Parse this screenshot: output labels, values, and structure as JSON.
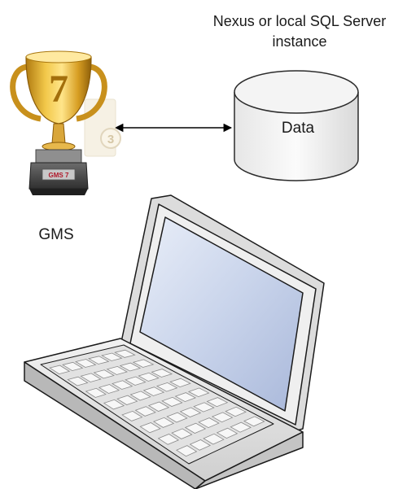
{
  "server": {
    "label_line1": "Nexus or local SQL Server",
    "label_line2": "instance"
  },
  "database": {
    "label": "Data"
  },
  "app": {
    "label": "GMS",
    "trophy_numeral": "7",
    "trophy_plaque": "GMS 7",
    "badge_numeral": "3"
  },
  "connection": {
    "direction": "bidirectional"
  }
}
